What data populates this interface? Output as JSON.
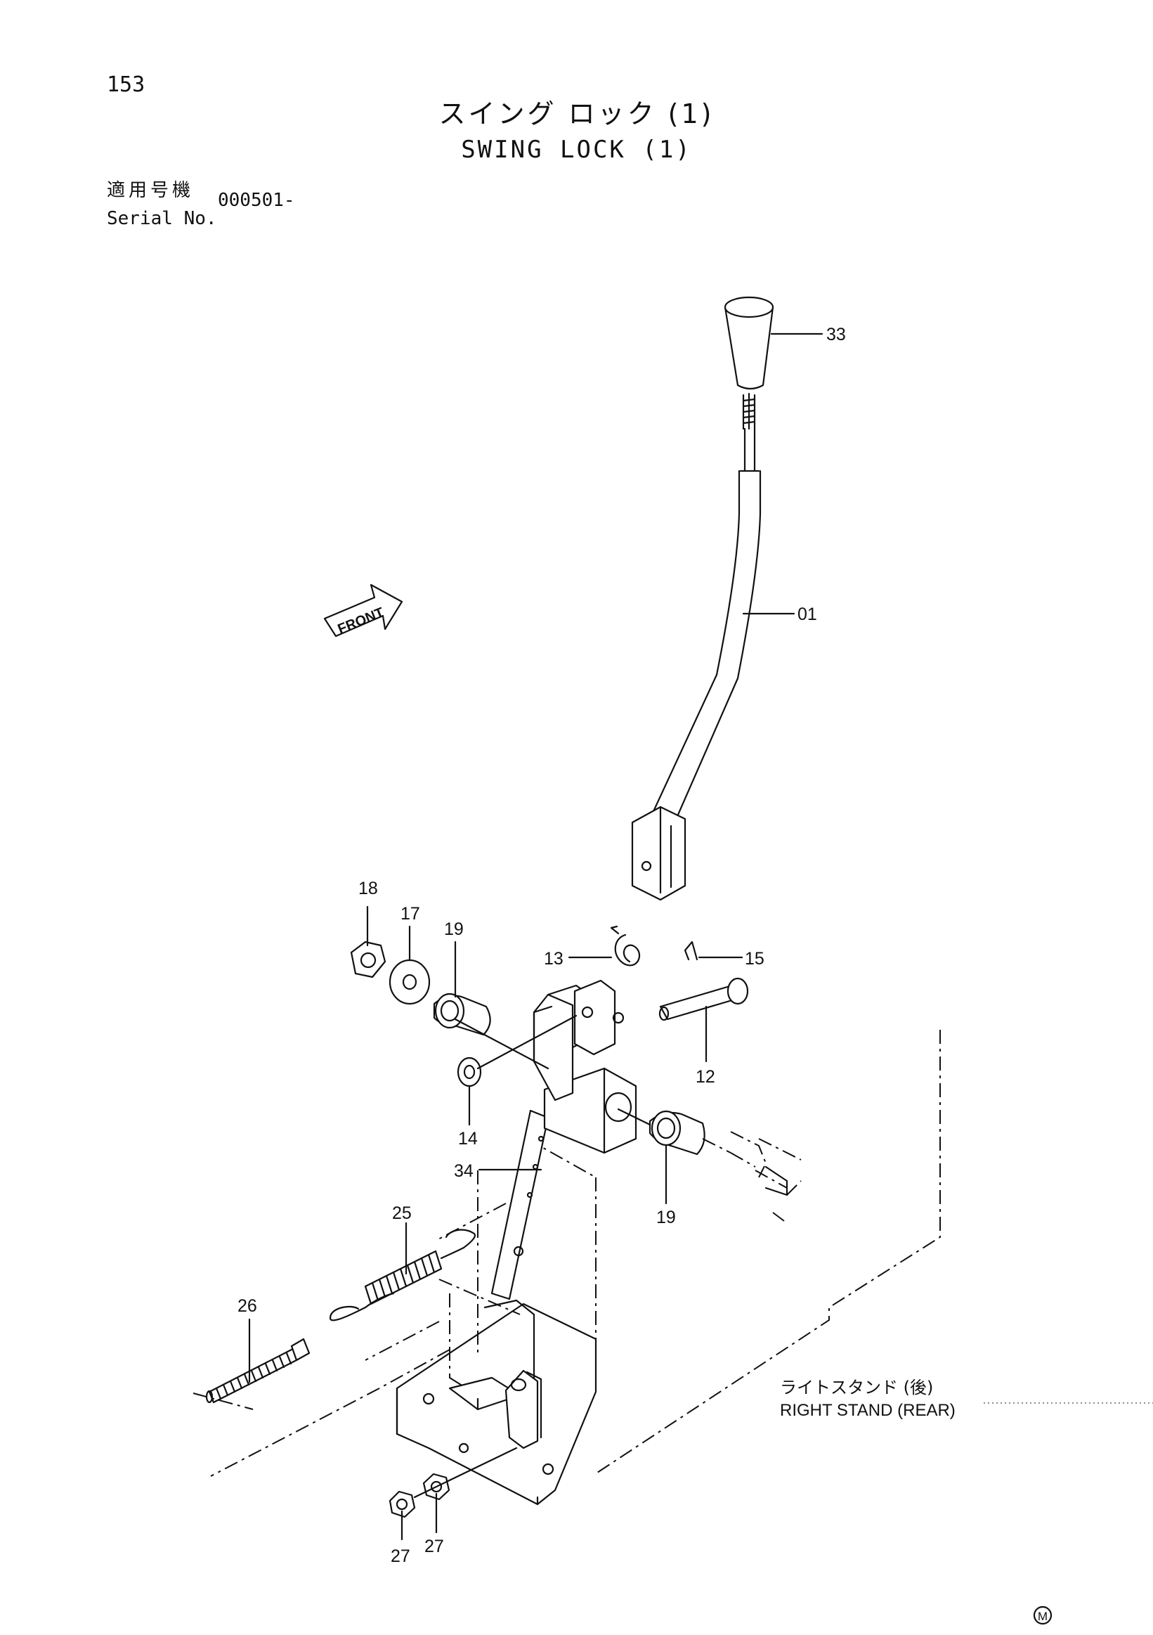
{
  "page": {
    "number": "153",
    "title_jp": "スイング ロック (1)",
    "title_en": "SWING LOCK (1)",
    "serial_label_jp": "適用号機",
    "serial_label_en": "Serial No.",
    "serial_value": "000501-",
    "corner_mark": "M"
  },
  "diagram": {
    "front_label": "FRONT",
    "stand_label_jp": "ライトスタンド (後)",
    "stand_label_en": "RIGHT STAND (REAR)",
    "callouts": [
      "33",
      "01",
      "18",
      "17",
      "19",
      "13",
      "15",
      "12",
      "14",
      "34",
      "19",
      "25",
      "26",
      "27",
      "27"
    ]
  },
  "colors": {
    "ink": "#111111",
    "paper": "#ffffff"
  }
}
